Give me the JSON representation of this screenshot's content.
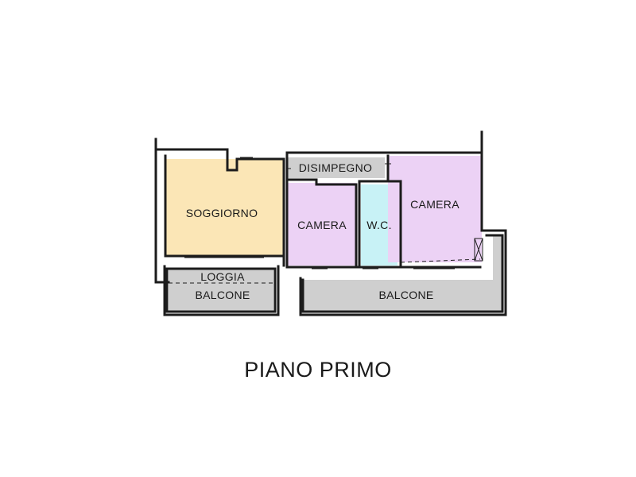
{
  "plan": {
    "title": "PIANO PRIMO",
    "rooms": {
      "soggiorno": "SOGGIORNO",
      "disimpegno": "DISIMPEGNO",
      "camera_left": "CAMERA",
      "wc": "W.C.",
      "camera_right": "CAMERA",
      "loggia": "LOGGIA",
      "balcone_left": "BALCONE",
      "balcone_right": "BALCONE"
    },
    "colors": {
      "soggiorno": "#fbe6b6",
      "camera": "#ecd2f5",
      "wc": "#c8f2f6",
      "service": "#cfcfcf",
      "wall": "#1c1c1c"
    }
  }
}
